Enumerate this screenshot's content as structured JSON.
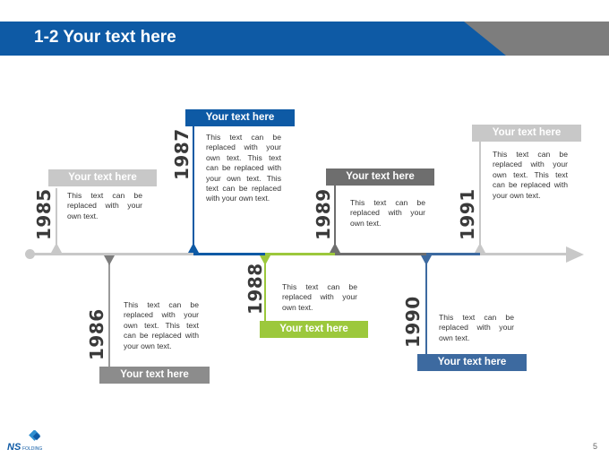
{
  "header": {
    "title": "1-2 Your text here"
  },
  "colors": {
    "blue": "#0e5aa5",
    "gray": "#7d7d7d",
    "light_gray": "#c8c8c8",
    "green": "#9cc83c",
    "dark_gray": "#6e6e6e",
    "steel_blue": "#3d6aa0"
  },
  "events": [
    {
      "year": "1985",
      "label": "Your text here",
      "text": "This text can be replaced with your own text."
    },
    {
      "year": "1986",
      "label": "Your text here",
      "text": "This text can be replaced with your own text. This text can be replaced with your own text."
    },
    {
      "year": "1987",
      "label": "Your text here",
      "text": "This text can be replaced with your own text. This text can be replaced with your own text. This text can be replaced with your own text."
    },
    {
      "year": "1988",
      "label": "Your text here",
      "text": "This text can be replaced with your own text."
    },
    {
      "year": "1989",
      "label": "Your text here",
      "text": "This text can be replaced with your own text."
    },
    {
      "year": "1990",
      "label": "Your text here",
      "text": "This text can be replaced with your own text."
    },
    {
      "year": "1991",
      "label": "Your text here",
      "text": "This text can be replaced with your own text. This text can be replaced with your own text."
    }
  ],
  "footer": {
    "logo_text": "NSFOLDING",
    "page_number": "5"
  }
}
